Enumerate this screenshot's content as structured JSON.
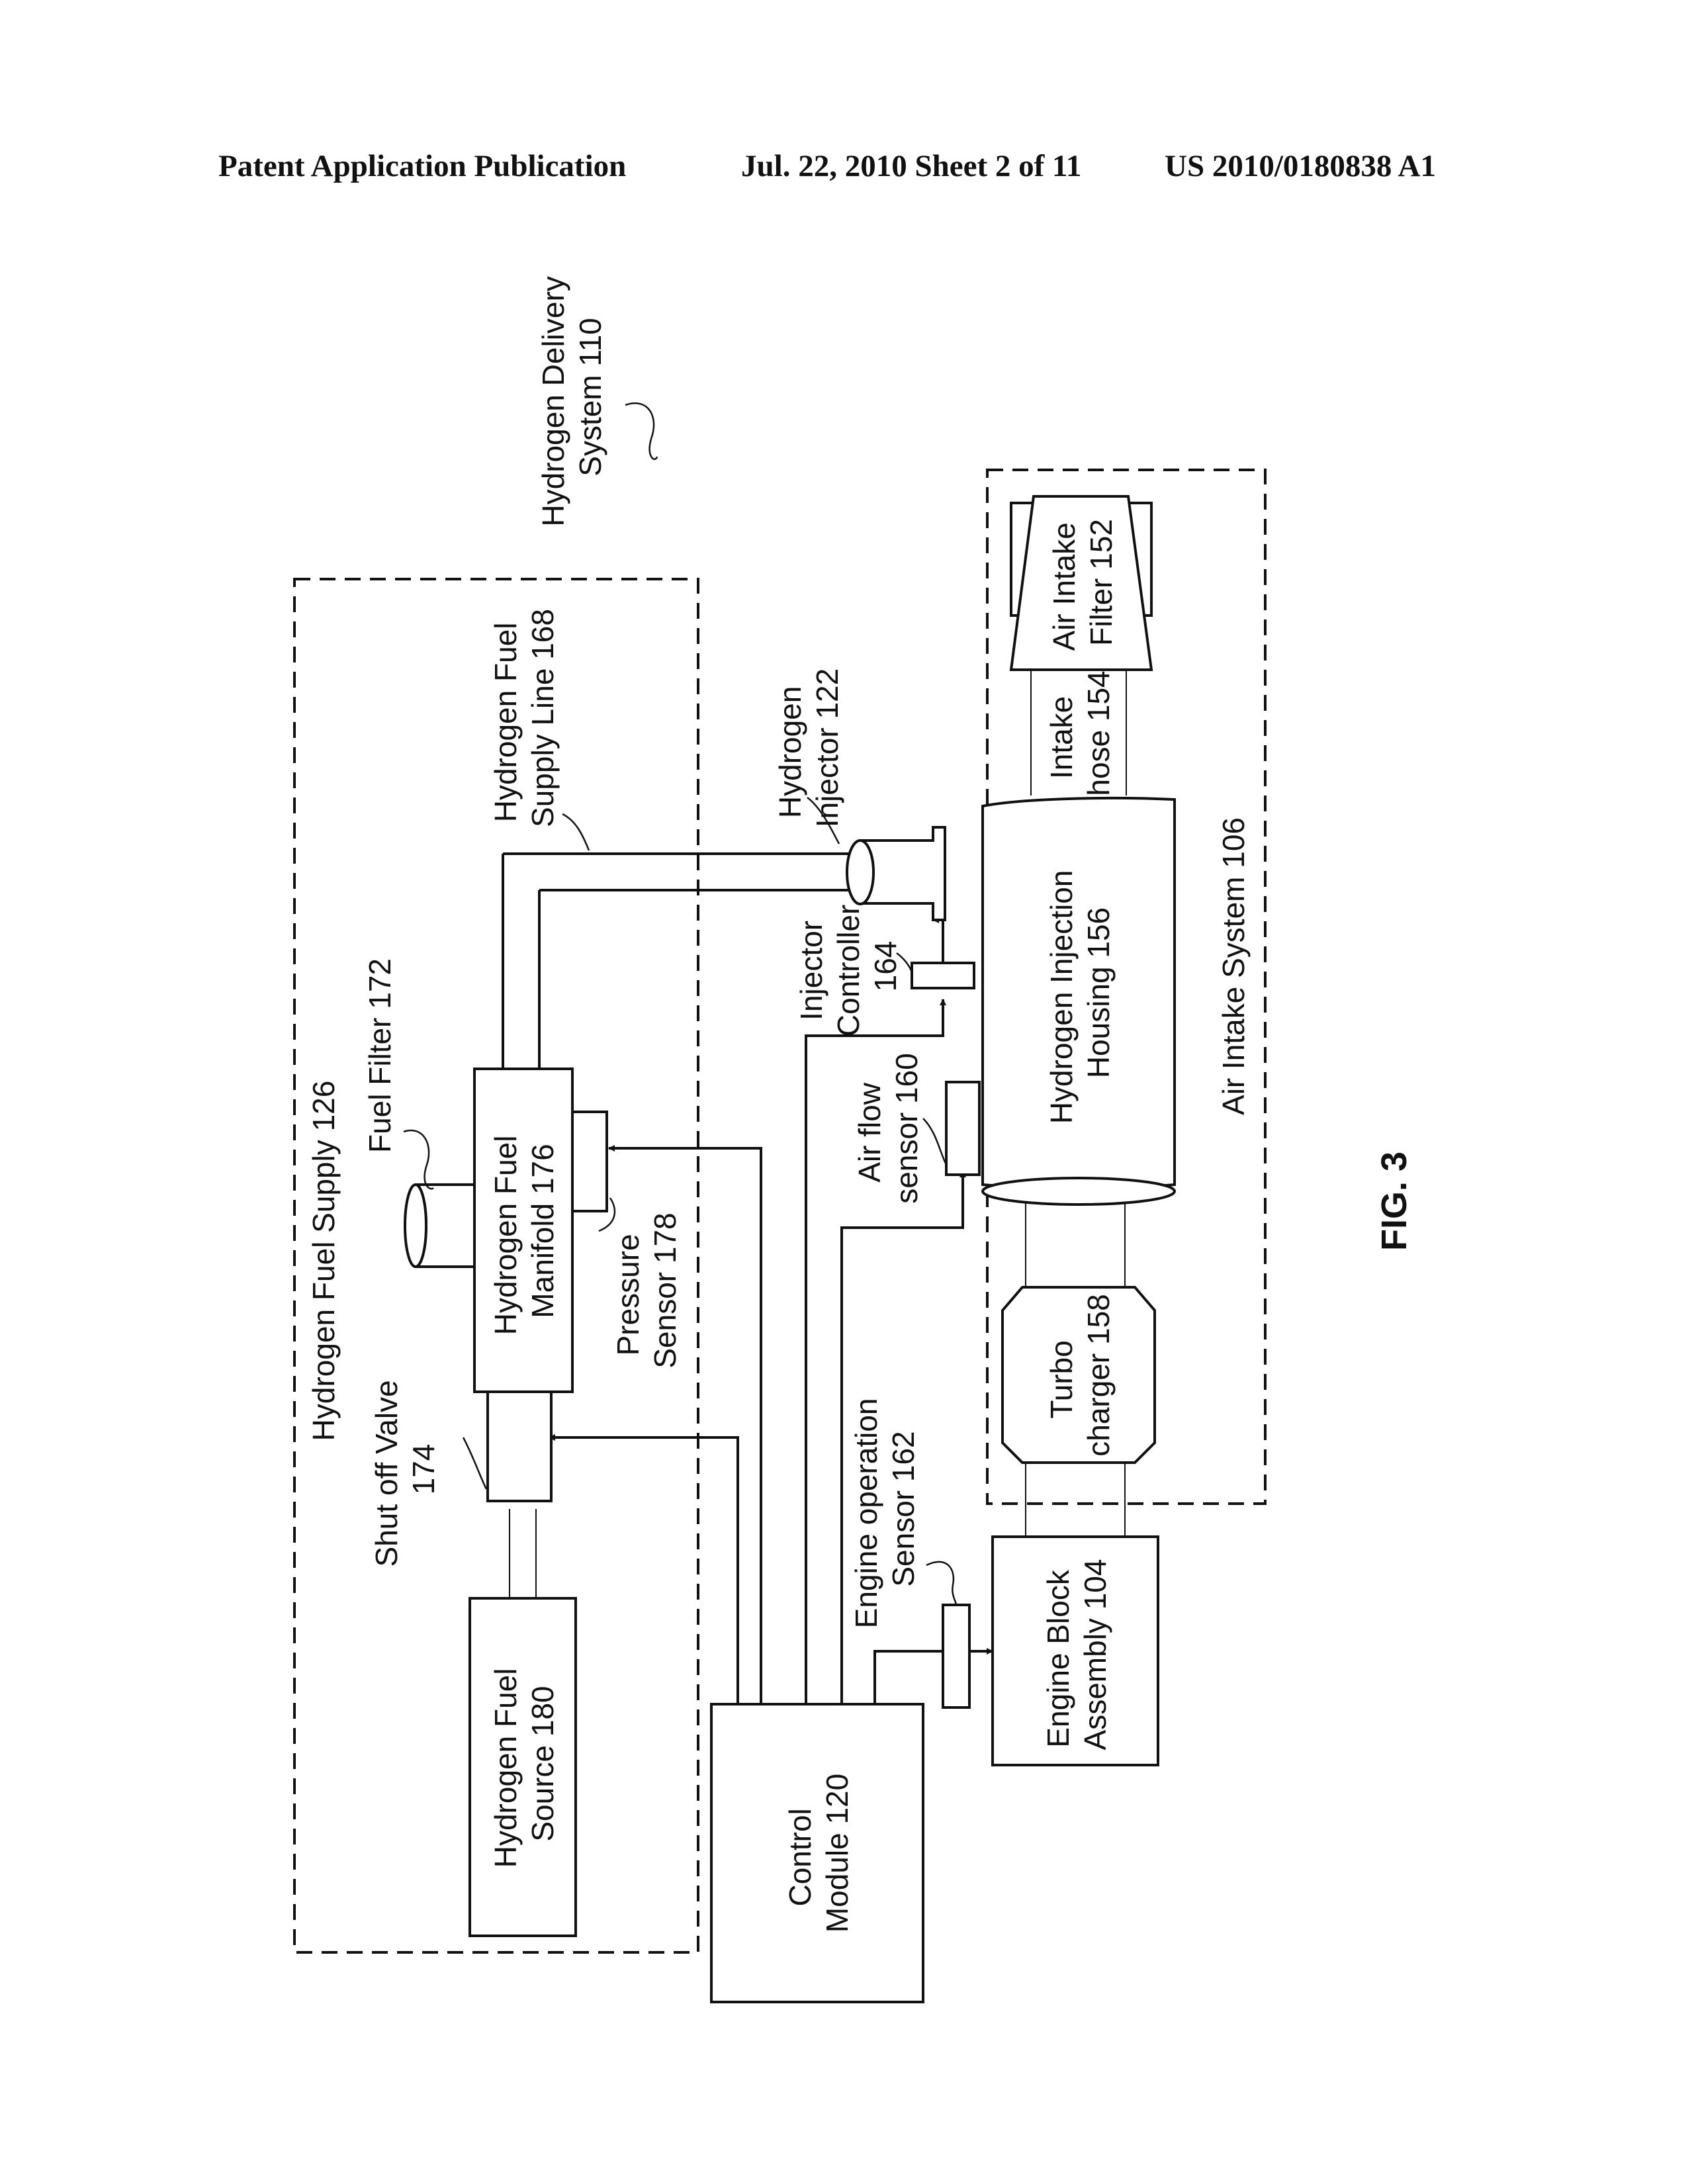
{
  "header": {
    "left": "Patent Application Publication",
    "middle": "Jul. 22, 2010   Sheet 2 of 11",
    "right": "US 2010/0180838 A1"
  },
  "figure": {
    "caption": "FIG. 3"
  },
  "groups": {
    "hydrogen_delivery_system": [
      "Hydrogen Delivery",
      "System 110"
    ],
    "hydrogen_fuel_supply": [
      "Hydrogen Fuel Supply 126"
    ],
    "air_intake_system": [
      "Air Intake System 106"
    ]
  },
  "components": {
    "hydrogen_fuel_source": [
      "Hydrogen Fuel",
      "Source 180"
    ],
    "shut_off_valve": [
      "Shut off Valve",
      "174"
    ],
    "hydrogen_fuel_manifold": [
      "Hydrogen Fuel",
      "Manifold 176"
    ],
    "fuel_filter": [
      "Fuel Filter 172"
    ],
    "pressure_sensor": [
      "Pressure",
      "Sensor 178"
    ],
    "hydrogen_fuel_supply_line": [
      "Hydrogen Fuel",
      "Supply Line 168"
    ],
    "hydrogen_injector": [
      "Hydrogen",
      "Injector 122"
    ],
    "injector_controller": [
      "Injector",
      "Controller",
      "164"
    ],
    "air_flow_sensor": [
      "Air flow",
      "sensor 160"
    ],
    "hydrogen_injection_housing": [
      "Hydrogen Injection",
      "Housing 156"
    ],
    "intake_hose": [
      "Intake",
      "hose 154"
    ],
    "air_intake_filter": [
      "Air Intake",
      "Filter 152"
    ],
    "turbo_charger": [
      "Turbo",
      "charger 158"
    ],
    "engine_operation_sensor": [
      "Engine operation",
      "Sensor 162"
    ],
    "engine_block_assembly": [
      "Engine Block",
      "Assembly 104"
    ],
    "control_module": [
      "Control",
      "Module 120"
    ]
  }
}
